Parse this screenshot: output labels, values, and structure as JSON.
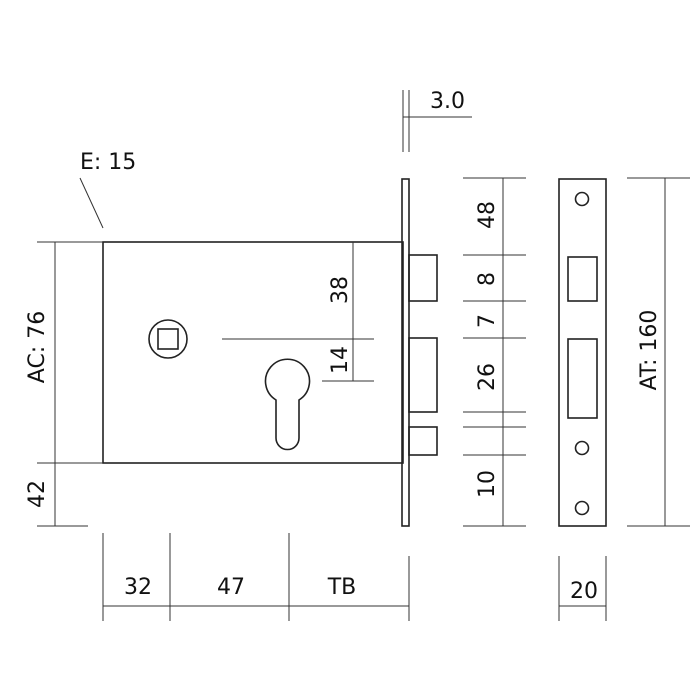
{
  "labels": {
    "plate_thickness": "3.0",
    "edge": "E: 15",
    "ac": "AC: 76",
    "bottom_42": "42",
    "vert_38": "38",
    "vert_14": "14",
    "bottom_32": "32",
    "bottom_47": "47",
    "bottom_tb": "TB",
    "faceplate_width": "20",
    "at": "AT: 160",
    "plate_48": "48",
    "plate_8": "8",
    "plate_7": "7",
    "plate_26": "26",
    "plate_10": "10"
  }
}
